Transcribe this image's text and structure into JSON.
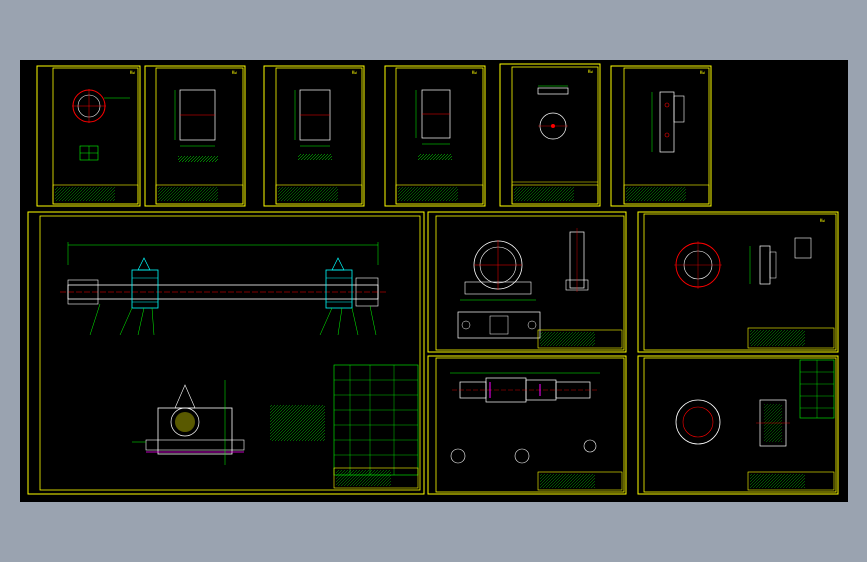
{
  "colors": {
    "background": "#9aa3b0",
    "model_space": "#000000",
    "frame": "#ffff00",
    "geometry": "#ffffff",
    "dimension": "#00ff00",
    "accent_red": "#ff0000",
    "accent_cyan": "#00ffff",
    "accent_magenta": "#ff00ff"
  },
  "sheets": [
    {
      "id": "s1",
      "label": "sheet-ring-flange"
    },
    {
      "id": "s2",
      "label": "sheet-bushing-1"
    },
    {
      "id": "s3",
      "label": "sheet-bushing-2"
    },
    {
      "id": "s4",
      "label": "sheet-bushing-3"
    },
    {
      "id": "s5",
      "label": "sheet-washer"
    },
    {
      "id": "s6",
      "label": "sheet-key-block"
    },
    {
      "id": "s7",
      "label": "sheet-shaft-assembly"
    },
    {
      "id": "s8",
      "label": "sheet-bearing-housing"
    },
    {
      "id": "s9",
      "label": "sheet-end-cover"
    },
    {
      "id": "s10",
      "label": "sheet-stepped-shaft"
    },
    {
      "id": "s11",
      "label": "sheet-gear-ring"
    }
  ]
}
